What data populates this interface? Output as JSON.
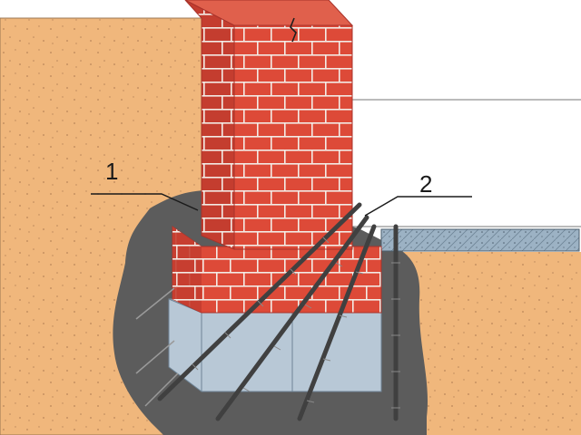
{
  "callouts": [
    {
      "id": "1",
      "text": "1"
    },
    {
      "id": "2",
      "text": "2"
    }
  ],
  "colors": {
    "soil": "#f0b77c",
    "soil_dots": "#b9865a",
    "brick": "#dd4a38",
    "brick_dark": "#a8322a",
    "mortar": "#f3ece6",
    "grout": "#5c5c5c",
    "foundation": "#b8c8d6",
    "floor_slab": "#9cb2c4",
    "rebar": "#404040",
    "background": "#ffffff"
  },
  "icons": [
    "crack-icon"
  ]
}
